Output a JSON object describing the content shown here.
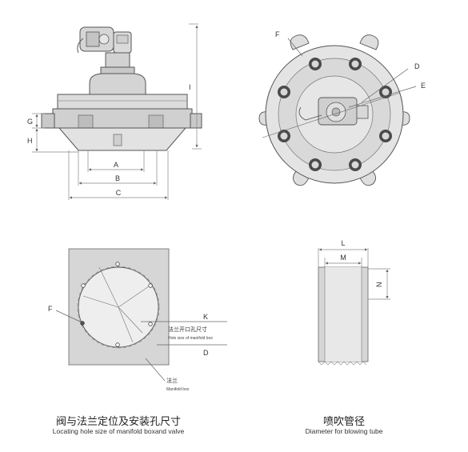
{
  "colors": {
    "body_fill": "#d8d8d8",
    "body_dark": "#bfbfbf",
    "line": "#555555",
    "dim": "#888888",
    "bolt": "#4a4a4a"
  },
  "views": {
    "side_view": {
      "dims": {
        "A": "A",
        "B": "B",
        "C": "C",
        "G": "G",
        "H": "H",
        "I": "I"
      }
    },
    "top_view": {
      "labels": {
        "D": "D",
        "E": "E",
        "F": "F"
      }
    },
    "flange_view": {
      "labels": {
        "F": "F",
        "K": "K",
        "D": "D",
        "hole_cn": "法兰开口孔尺寸",
        "hole_en": "Hole size of manifold box",
        "box_cn": "法兰",
        "box_en": "Manifold box"
      },
      "caption_cn": "阀与法兰定位及安装孔尺寸",
      "caption_en": "Locating hole size of manifold boxand valve"
    },
    "tube_view": {
      "labels": {
        "L": "L",
        "M": "M",
        "N": "N"
      },
      "caption_cn": "喷吹管径",
      "caption_en": "Diameter for blowing tube"
    }
  }
}
